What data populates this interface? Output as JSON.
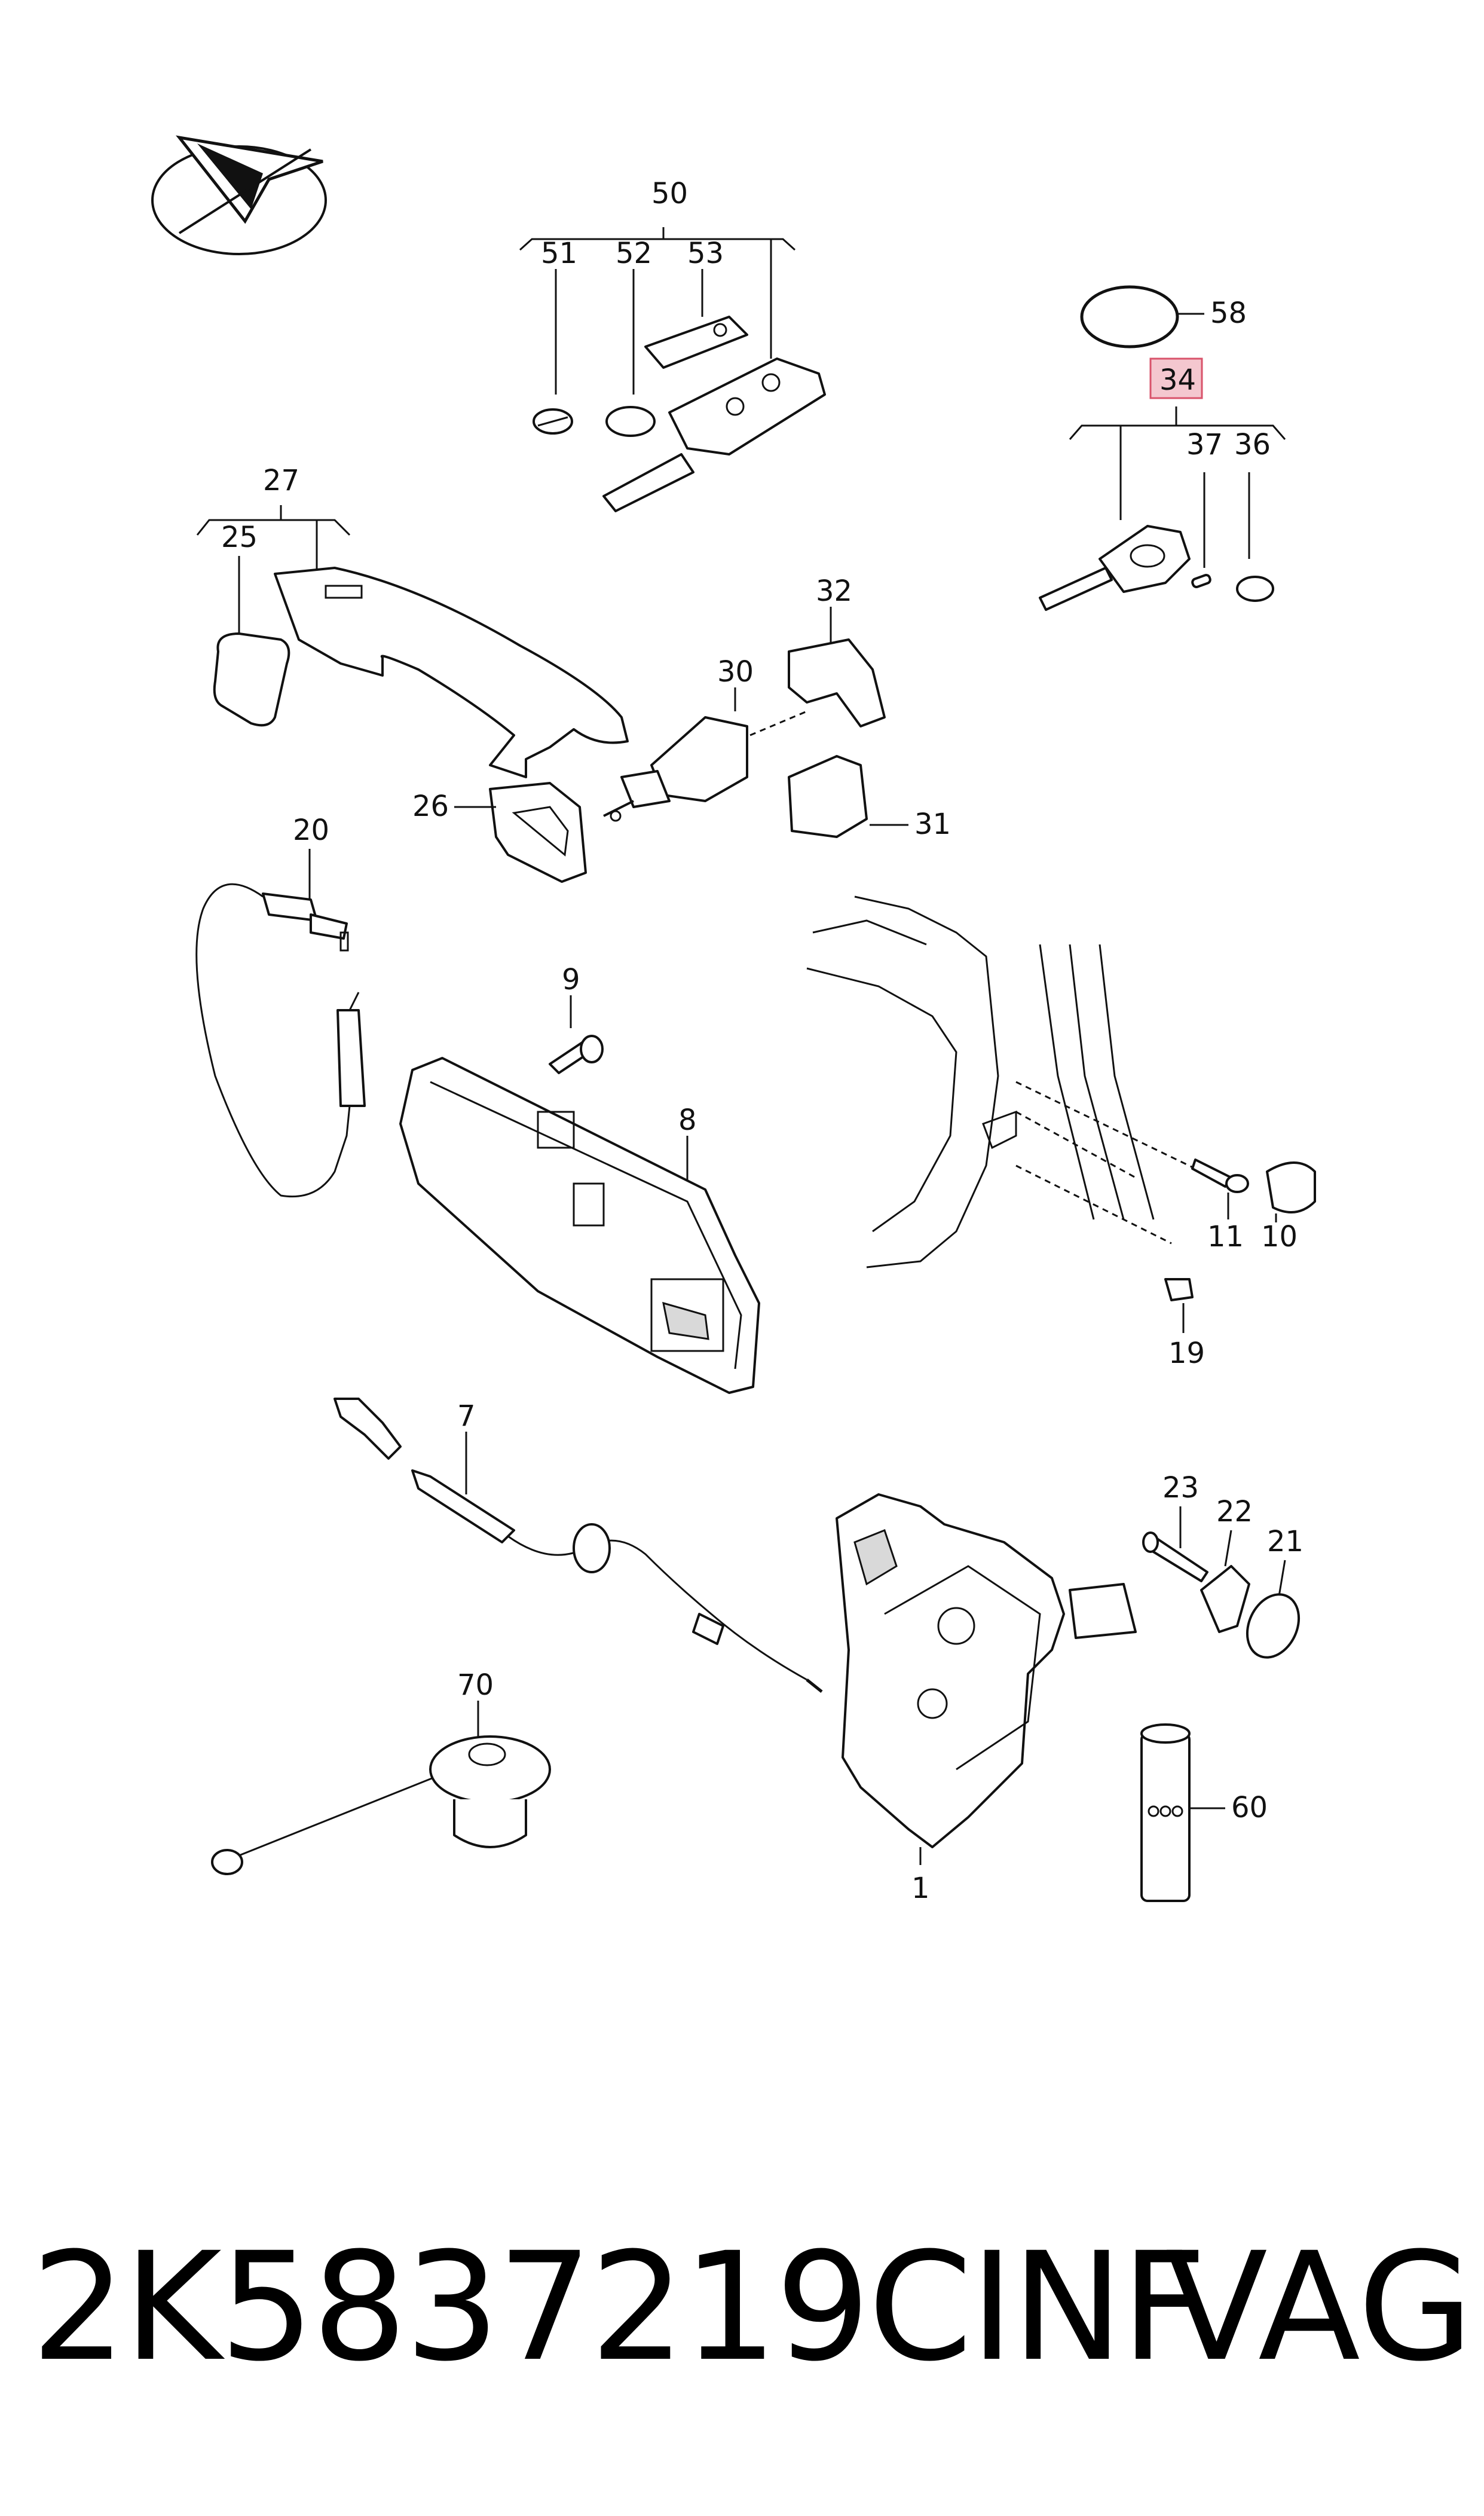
{
  "diagram": {
    "callouts": [
      {
        "id": "50",
        "text": "50"
      },
      {
        "id": "51",
        "text": "51"
      },
      {
        "id": "52",
        "text": "52"
      },
      {
        "id": "53",
        "text": "53"
      },
      {
        "id": "58",
        "text": "58"
      },
      {
        "id": "34",
        "text": "34",
        "highlighted": true
      },
      {
        "id": "37",
        "text": "37"
      },
      {
        "id": "36",
        "text": "36"
      },
      {
        "id": "27",
        "text": "27"
      },
      {
        "id": "25",
        "text": "25"
      },
      {
        "id": "32",
        "text": "32"
      },
      {
        "id": "30",
        "text": "30"
      },
      {
        "id": "26",
        "text": "26"
      },
      {
        "id": "31",
        "text": "31"
      },
      {
        "id": "20",
        "text": "20"
      },
      {
        "id": "9",
        "text": "9"
      },
      {
        "id": "8",
        "text": "8"
      },
      {
        "id": "11",
        "text": "11"
      },
      {
        "id": "10",
        "text": "10"
      },
      {
        "id": "19",
        "text": "19"
      },
      {
        "id": "7",
        "text": "7"
      },
      {
        "id": "23",
        "text": "23"
      },
      {
        "id": "22",
        "text": "22"
      },
      {
        "id": "21",
        "text": "21"
      },
      {
        "id": "70",
        "text": "70"
      },
      {
        "id": "60",
        "text": "60"
      },
      {
        "id": "1",
        "text": "1"
      }
    ],
    "highlight_color": "#f4c7cf",
    "highlight_border": "#d9536b"
  },
  "footer": {
    "part_number": "2K5837219CINF",
    "brand": "VAG"
  }
}
